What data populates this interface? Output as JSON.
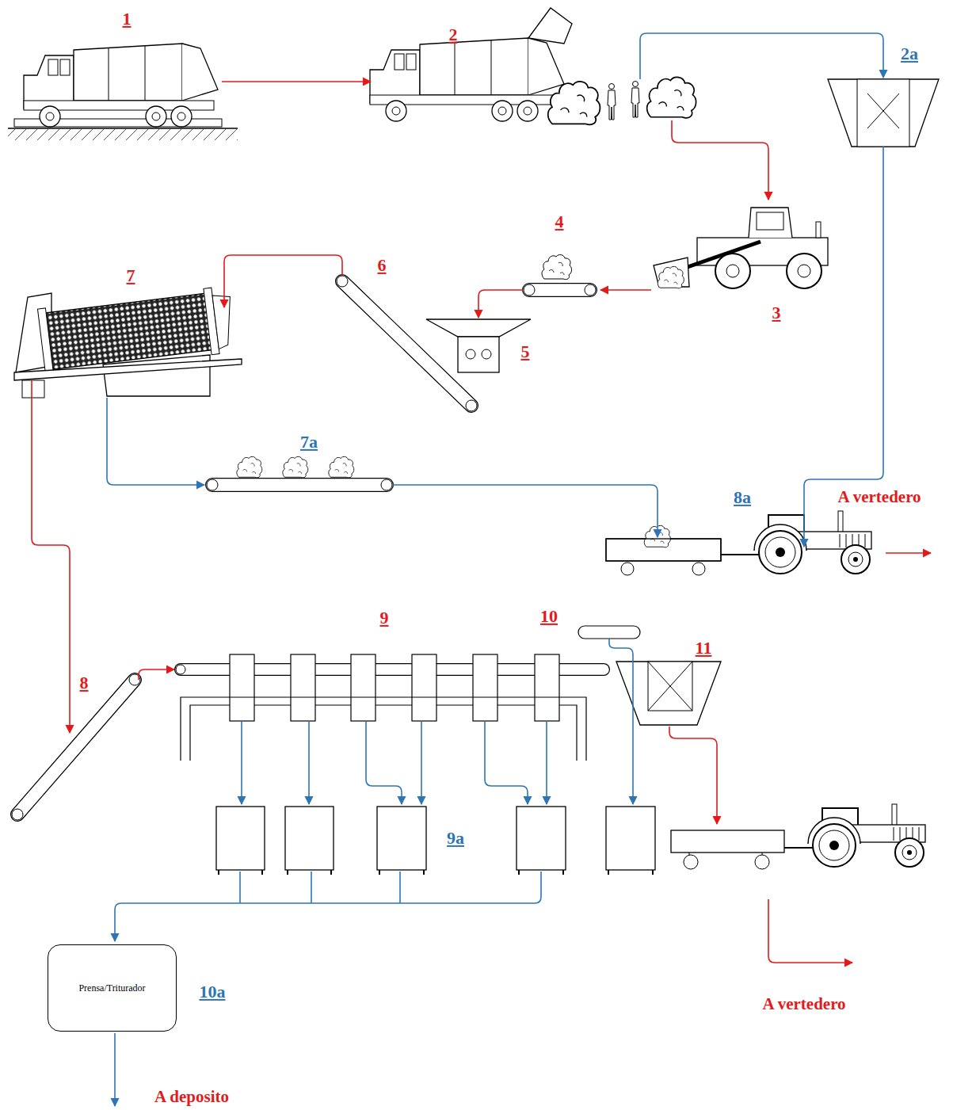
{
  "diagram": {
    "nodes": [
      {
        "text": [
          "Prensa/Triturador"
        ]
      }
    ],
    "labels": [
      "1",
      "2",
      "2a",
      "3",
      "4",
      "5",
      "6",
      "7",
      "7a",
      "8",
      "8a",
      "9",
      "9a",
      "10",
      "10a",
      "11",
      "A vertedero",
      "A vertedero",
      "A deposito"
    ]
  }
}
